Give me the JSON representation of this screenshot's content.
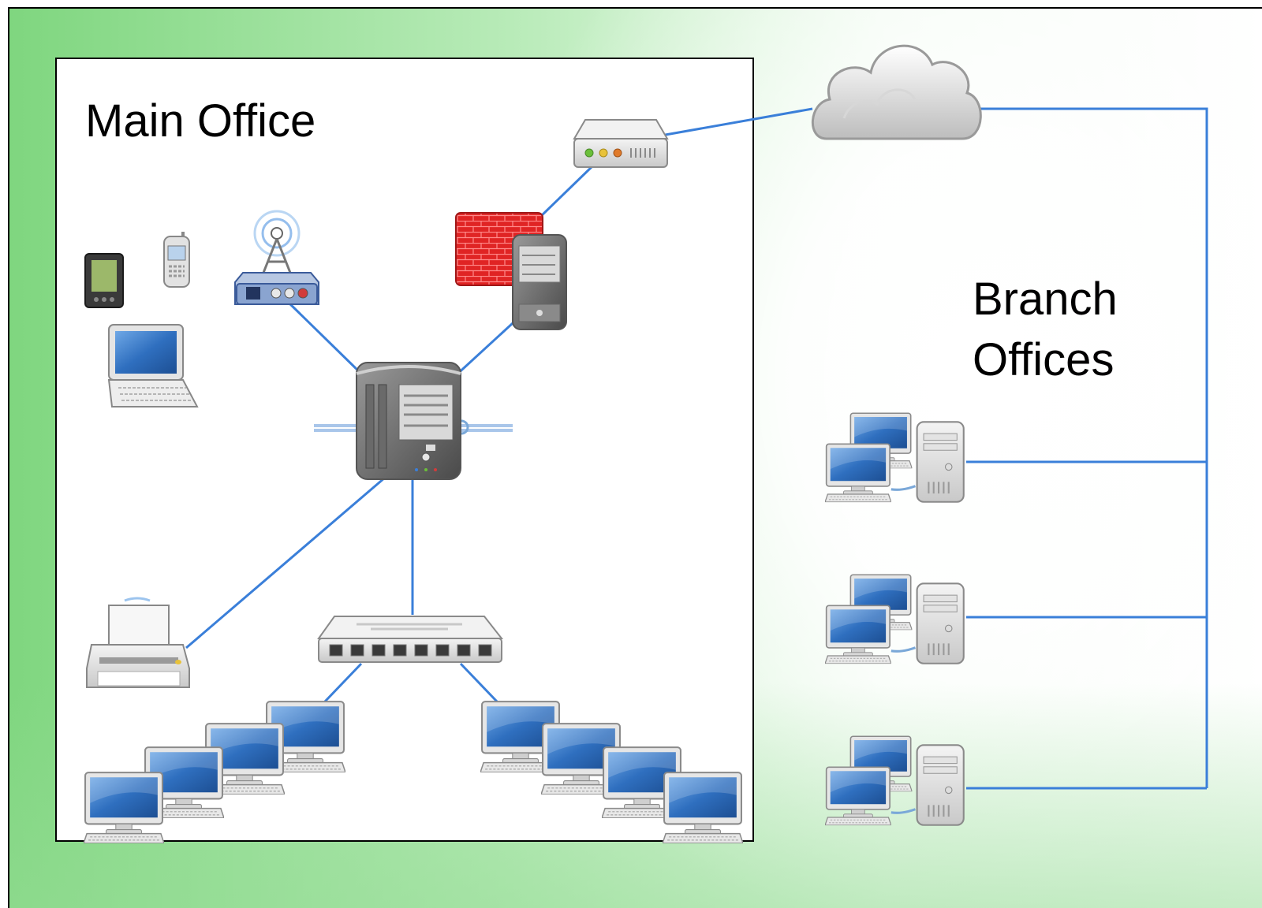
{
  "main_office": {
    "label": "Main Office"
  },
  "branch_offices": {
    "label_line1": "Branch",
    "label_line2": "Offices"
  },
  "colors": {
    "link": "#3a7fd9",
    "firewall": "#e02424",
    "monitor": "#2f6fbf"
  }
}
